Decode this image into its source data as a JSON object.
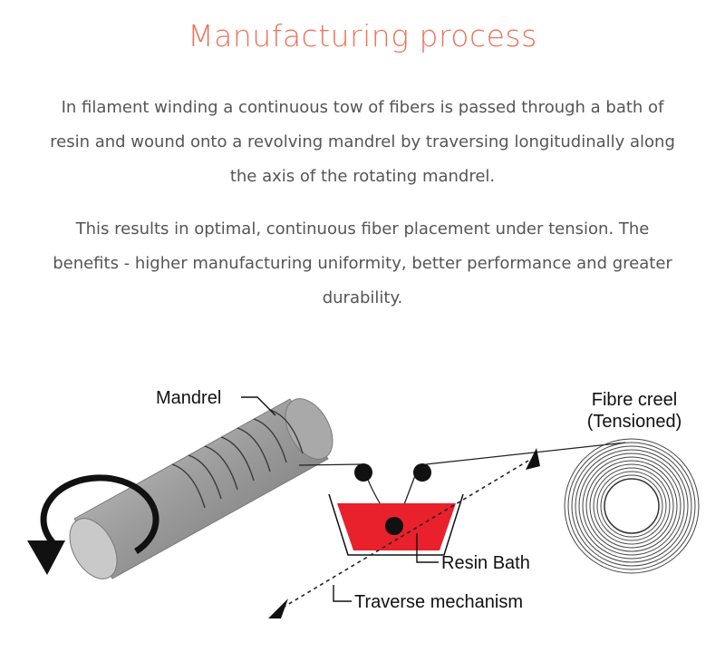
{
  "header": {
    "title": "Manufacturing process"
  },
  "body": {
    "paragraph_1_lines": [
      "In filament winding a continuous tow of fibers is passed through a bath of",
      "resin and wound onto a revolving mandrel by traversing longitudinally along",
      "the axis of the rotating mandrel."
    ],
    "paragraph_2_lines": [
      "This results in optimal, continuous fiber placement under tension. The",
      "benefits - higher manufacturing uniformity, better performance and greater",
      "durability."
    ]
  },
  "diagram": {
    "labels": {
      "mandrel": "Mandrel",
      "fibre_creel_line1": "Fibre creel",
      "fibre_creel_line2": "(Tensioned)",
      "resin_bath": "Resin Bath",
      "traverse_mechanism": "Traverse mechanism"
    },
    "colors": {
      "title": "#f0725a",
      "resin": "#e8212c",
      "mandrel_body": "#9a9a9a",
      "mandrel_end": "#bdbdbd"
    }
  }
}
